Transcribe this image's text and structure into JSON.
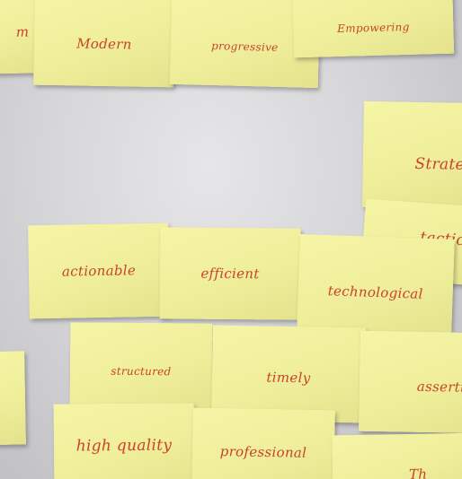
{
  "notes": [
    {
      "id": "n1",
      "text": "m"
    },
    {
      "id": "n2",
      "text": "Modern"
    },
    {
      "id": "n3",
      "text": "progressive"
    },
    {
      "id": "n4",
      "text": "Empowering"
    },
    {
      "id": "n5",
      "text": "Strateg"
    },
    {
      "id": "n6",
      "text": "tactic"
    },
    {
      "id": "n7",
      "text": "actionable"
    },
    {
      "id": "n8",
      "text": "efficient"
    },
    {
      "id": "n9",
      "text": "technological"
    },
    {
      "id": "n10",
      "text": ""
    },
    {
      "id": "n11",
      "text": "structured"
    },
    {
      "id": "n12",
      "text": "timely"
    },
    {
      "id": "n13",
      "text": "assertiv"
    },
    {
      "id": "n14",
      "text": "high quality"
    },
    {
      "id": "n15",
      "text": "professional"
    },
    {
      "id": "n16",
      "text": "Th"
    }
  ],
  "colors": {
    "note_yellow": "#f3f2a0",
    "ink_red": "#c8432a",
    "wall_gray": "#d8d8db"
  }
}
